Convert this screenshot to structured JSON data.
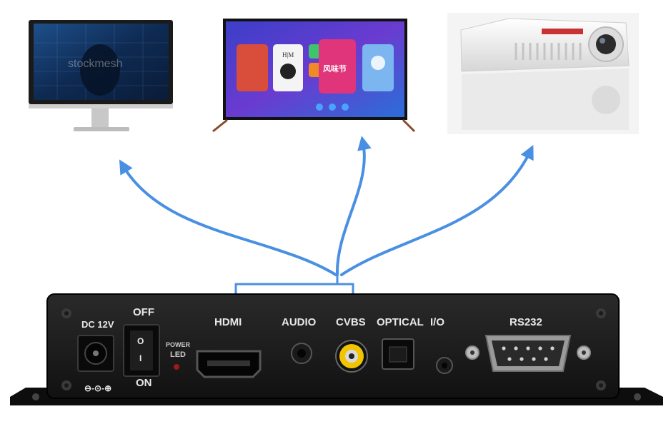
{
  "colors": {
    "arrow": "#4a90e2",
    "device_body": "#1c1c1c",
    "rca_yellow": "#f2c300",
    "power_led": "#a01818"
  },
  "displays": {
    "monitor": {
      "icon": "computer-monitor",
      "watermark": "stockmesh"
    },
    "tv": {
      "icon": "smart-tv",
      "logo": "H|M",
      "banner": "风味节"
    },
    "projector": {
      "icon": "projector"
    }
  },
  "device": {
    "dc_label": "DC 12V",
    "switch_off": "OFF",
    "switch_on": "ON",
    "switch_o": "O",
    "switch_i": "I",
    "power_led_top": "POWER",
    "power_led_bottom": "LED",
    "polarity": "⊖-⊙-⊕",
    "ports": {
      "hdmi": "HDMI",
      "audio": "AUDIO",
      "cvbs": "CVBS",
      "optical": "OPTICAL",
      "io": "I/O",
      "rs232": "RS232"
    }
  }
}
